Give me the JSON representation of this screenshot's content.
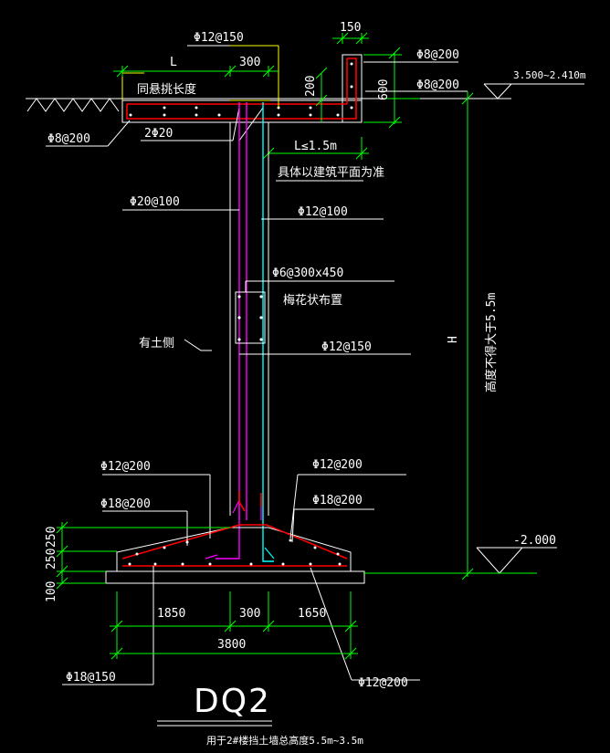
{
  "drawing": {
    "title": "DQ2",
    "subtitle": "用于2#楼挡土墙总高度5.5m~3.5m"
  },
  "top": {
    "rebar_top": "Φ12@150",
    "dim_L": "L",
    "dim_300": "300",
    "dim_150": "150",
    "dim_200": "200",
    "dim_600": "600",
    "rebar_top_right1": "Φ8@200",
    "rebar_top_right2": "Φ8@200",
    "elev_top": "3.500~2.410m",
    "note_cantilever": "同悬挑长度",
    "rebar_left": "Φ8@200",
    "rebar_2phi20": "2Φ20",
    "dim_L15": "L≤1.5m",
    "note_arch": "具体以建筑平面为准"
  },
  "wall": {
    "rebar_phi20": "Φ20@100",
    "rebar_phi12_100": "Φ12@100",
    "rebar_phi6": "Φ6@300x450",
    "note_plum": "梅花状布置",
    "rebar_phi12_150": "Φ12@150",
    "note_soil": "有土侧",
    "dim_H": "H",
    "note_height": "高度不得大于5.5m"
  },
  "base": {
    "rebar_l1": "Φ12@200",
    "rebar_l2": "Φ18@200",
    "rebar_r1": "Φ12@200",
    "rebar_r2": "Φ18@200",
    "elev_bottom": "-2.000",
    "dim_250a": "250",
    "dim_250b": "250",
    "dim_100": "100",
    "dim_1850": "1850",
    "dim_300": "300",
    "dim_1650": "1650",
    "dim_3800": "3800",
    "rebar_bottom_left": "Φ18@150",
    "rebar_bottom_right": "Φ12@200"
  },
  "colors": {
    "background": "#000000",
    "text": "#ffffff",
    "dim": "#00ff00",
    "outline": "#ffffff",
    "rebar_red": "#ff0000",
    "rebar_magenta": "#ff00ff",
    "rebar_cyan": "#00ffff",
    "leader_yellow": "#ffff00"
  }
}
